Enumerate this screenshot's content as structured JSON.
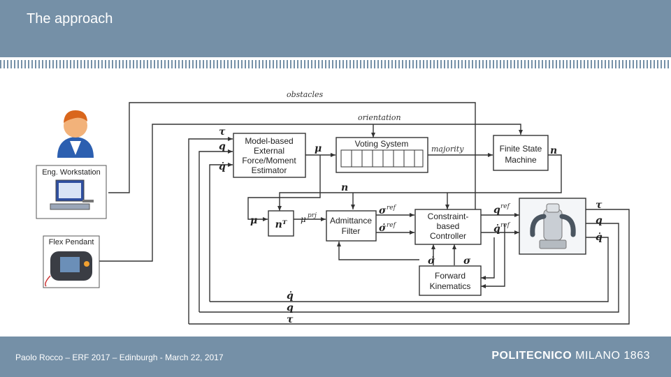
{
  "slide": {
    "title": "The approach"
  },
  "footer": {
    "text": "Paolo Rocco – ERF 2017 – Edinburgh - March 22, 2017",
    "logo_bold": "POLITECNICO",
    "logo_rest": " MILANO 1863"
  },
  "diagram": {
    "blocks": {
      "estimator": [
        "Model-based",
        "External",
        "Force/Moment",
        "Estimator"
      ],
      "voting": "Voting System",
      "fsm": [
        "Finite State",
        "Machine"
      ],
      "admittance": [
        "Admittance",
        "Filter"
      ],
      "controller": [
        "Constraint-",
        "based",
        "Controller"
      ],
      "kinematics": [
        "Forward",
        "Kinematics"
      ]
    },
    "labels": {
      "eng_workstation": "Eng. Workstation",
      "flex_pendant": "Flex Pendant",
      "obstacles": "obstacles",
      "orientation": "orientation",
      "majority": "majority",
      "tau": "τ",
      "q": "q",
      "qdot": "q̇",
      "mu": "μ",
      "n": "n",
      "mu_prj": "μ",
      "prj_sup": "prj",
      "nT": "nᵀ",
      "sigma": "σ",
      "sigma_dot": "σ̇",
      "ref_sup": "ref"
    },
    "colors": {
      "line": "#333333",
      "block_fill": "#ffffff",
      "header": "#7590a7"
    }
  }
}
